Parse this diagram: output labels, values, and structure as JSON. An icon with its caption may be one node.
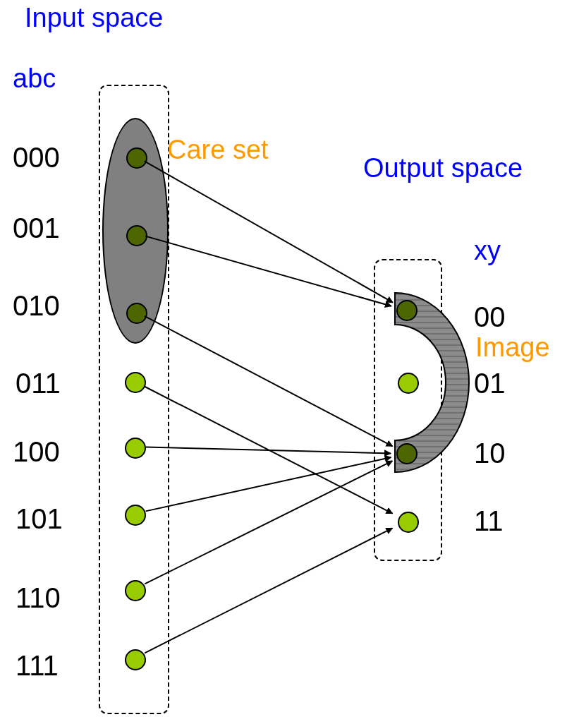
{
  "diagram": {
    "nodes": [
      {
        "text": [],
        "shape": "box"
      },
      {
        "text": [],
        "shape": "ellipse",
        "in": 0,
        "beside": [
          "Care set"
        ]
      },
      {
        "text": [],
        "shape": "circle",
        "in": 1
      },
      {
        "text": [],
        "shape": "circle",
        "in": 1
      },
      {
        "text": [],
        "shape": "circle",
        "in": 1
      },
      {
        "text": [],
        "shape": "circle",
        "in": 0
      },
      {
        "text": [],
        "shape": "circle",
        "in": 0
      },
      {
        "text": [],
        "shape": "circle",
        "in": 0
      },
      {
        "text": [],
        "shape": "circle",
        "in": 0
      },
      {
        "text": [],
        "shape": "circle",
        "in": 0
      },
      {
        "text": [],
        "shape": "box"
      },
      {
        "text": [],
        "shape": "arc",
        "beside": [
          "Image"
        ]
      },
      {
        "text": [],
        "shape": "circle"
      },
      {
        "text": [],
        "shape": "circle",
        "in": 10
      },
      {
        "text": [],
        "shape": "circle"
      },
      {
        "text": [],
        "shape": "circle",
        "in": 10
      }
    ],
    "edges": [
      {
        "from": 2,
        "to": 12,
        "arrow": "to"
      },
      {
        "from": 3,
        "to": 12,
        "arrow": "to"
      },
      {
        "from": 4,
        "to": 14,
        "arrow": "to"
      },
      {
        "from": 5,
        "to": 15,
        "arrow": "to"
      },
      {
        "from": 6,
        "to": 14,
        "arrow": "to"
      },
      {
        "from": 7,
        "to": 14,
        "arrow": "to"
      },
      {
        "from": 8,
        "to": 14,
        "arrow": "to"
      },
      {
        "from": 9,
        "to": 15,
        "arrow": "to"
      }
    ],
    "labels": [
      "Input space",
      "abc",
      "000",
      "001",
      "010",
      "011",
      "100",
      "101",
      "110",
      "111",
      "Output space",
      "xy",
      "00",
      "01",
      "10",
      "11"
    ]
  }
}
